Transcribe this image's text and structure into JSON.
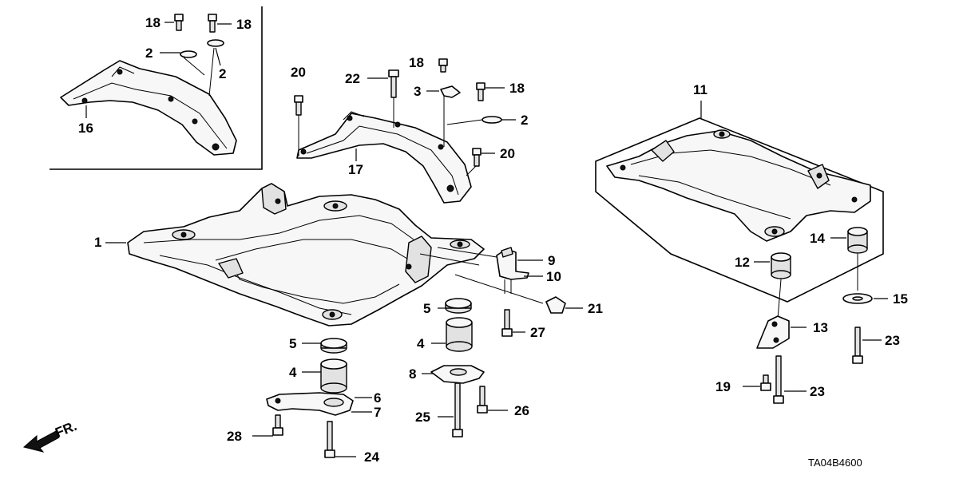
{
  "diagram": {
    "code": "TA04B4600",
    "front_label": "FR.",
    "callouts": {
      "c1": "1",
      "c2a": "2",
      "c2b": "2",
      "c2c": "2",
      "c3": "3",
      "c4a": "4",
      "c4b": "4",
      "c5a": "5",
      "c5b": "5",
      "c6": "6",
      "c7": "7",
      "c8": "8",
      "c9": "9",
      "c10": "10",
      "c11": "11",
      "c12": "12",
      "c13": "13",
      "c14": "14",
      "c15": "15",
      "c16": "16",
      "c17": "17",
      "c18a": "18",
      "c18b": "18",
      "c18c": "18",
      "c18d": "18",
      "c19": "19",
      "c20a": "20",
      "c20b": "20",
      "c21": "21",
      "c22": "22",
      "c23a": "23",
      "c23b": "23",
      "c24": "24",
      "c25": "25",
      "c26": "26",
      "c27": "27",
      "c28": "28"
    }
  }
}
